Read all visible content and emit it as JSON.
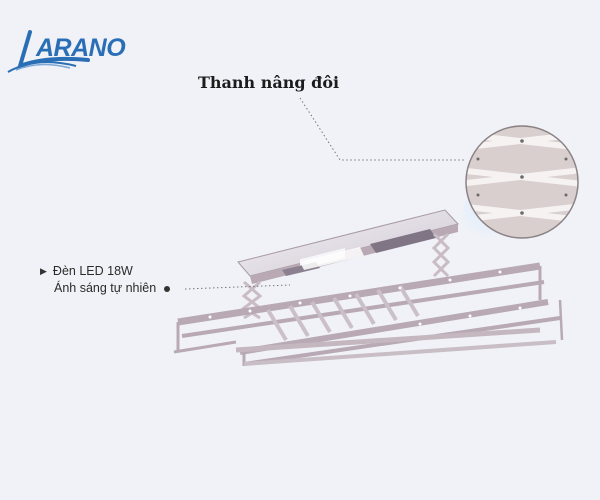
{
  "brand": {
    "name": "ARANO",
    "initial": "L",
    "color": "#2a6fb5"
  },
  "callout_top": {
    "text": "Thanh nâng đôi"
  },
  "callout_led": {
    "line1": "Đèn LED 18W",
    "line2": "Ánh sáng tự nhiên"
  },
  "icons": {
    "arrow": "right-triangle-icon",
    "bullet": "dot-icon"
  },
  "colors": {
    "frame": "#b8a9b4",
    "panel": "#e6e3ea",
    "zoom_bg": "#cfc4c4"
  }
}
